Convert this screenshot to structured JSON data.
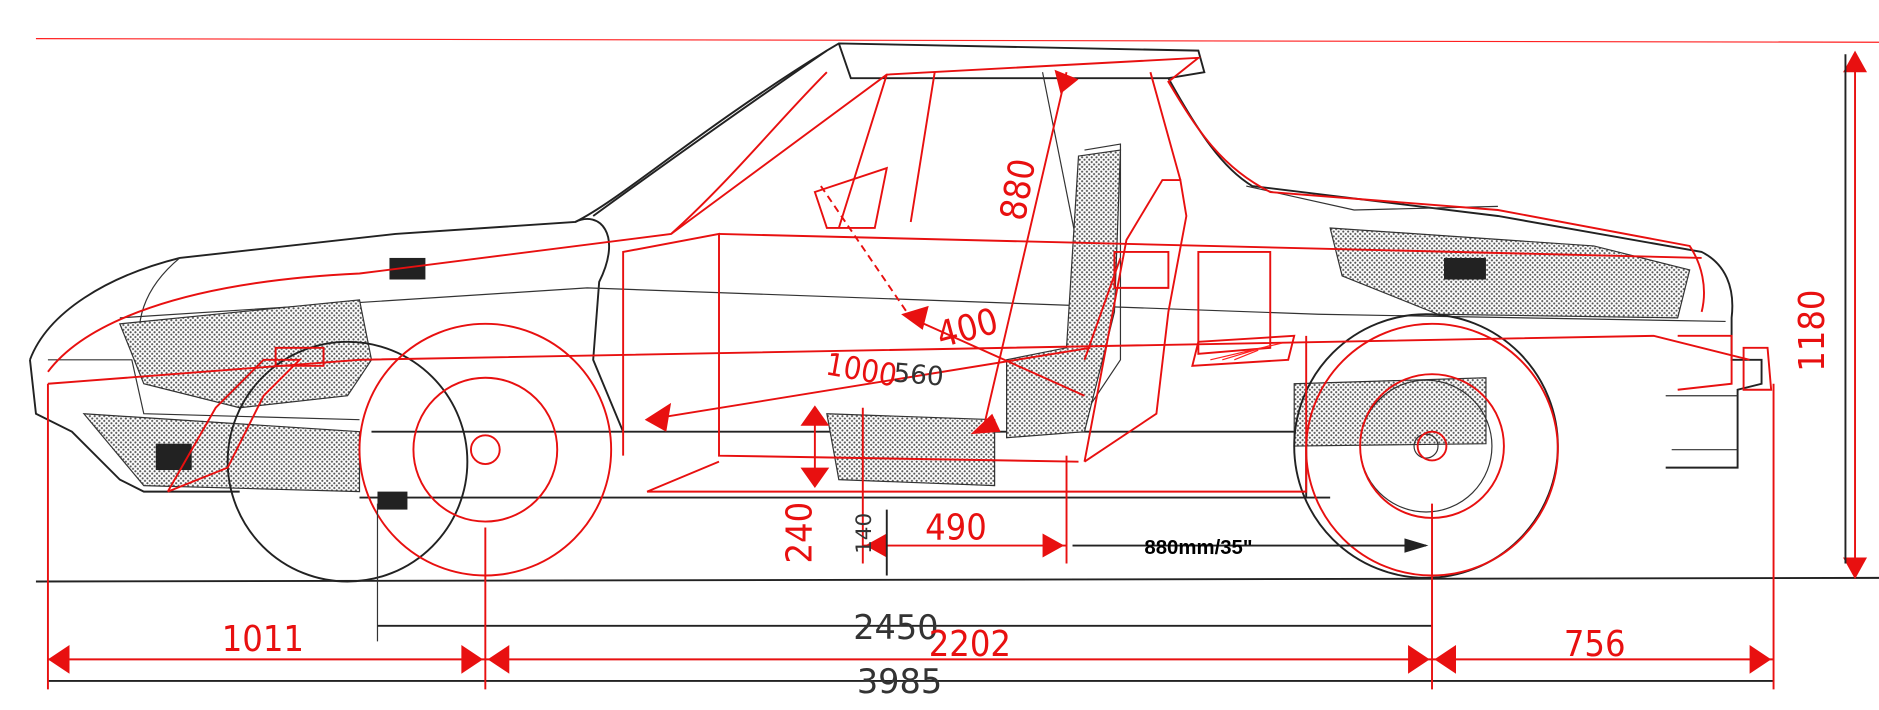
{
  "diagram": {
    "colors": {
      "outline": "#222222",
      "overlay": "#e81010",
      "label": "#000000"
    },
    "dimensions": {
      "front_overhang": "1011",
      "wheelbase_overlay": "2202",
      "rear_overhang": "756",
      "overall_length": "3985",
      "wheelbase": "2450",
      "height": "1180",
      "roof_to_floor": "880",
      "seat_width": "400",
      "diagonal_1": "1000",
      "diagonal_2": "560",
      "seat_height": "240",
      "small_height": "140",
      "seat_depth": "490",
      "legroom_label": "880mm/35\""
    }
  }
}
